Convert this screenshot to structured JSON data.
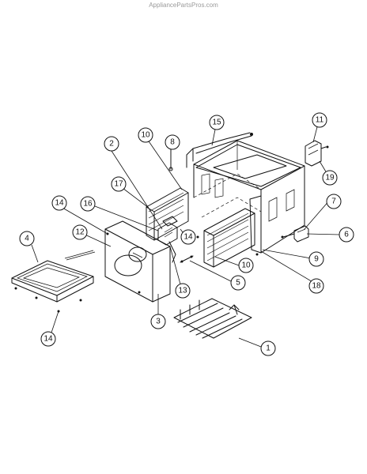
{
  "watermark": "AppliancePartsPros.com",
  "callouts": [
    {
      "id": "c1",
      "label": "1"
    },
    {
      "id": "c2",
      "label": "2"
    },
    {
      "id": "c3",
      "label": "3"
    },
    {
      "id": "c4",
      "label": "4"
    },
    {
      "id": "c5",
      "label": "5"
    },
    {
      "id": "c6",
      "label": "6"
    },
    {
      "id": "c7",
      "label": "7"
    },
    {
      "id": "c8",
      "label": "8"
    },
    {
      "id": "c9",
      "label": "9"
    },
    {
      "id": "c10a",
      "label": "10"
    },
    {
      "id": "c10b",
      "label": "10"
    },
    {
      "id": "c12",
      "label": "12"
    },
    {
      "id": "c13",
      "label": "13"
    },
    {
      "id": "c14a",
      "label": "14"
    },
    {
      "id": "c14b",
      "label": "14"
    },
    {
      "id": "c14c",
      "label": "14"
    },
    {
      "id": "c15",
      "label": "15"
    },
    {
      "id": "c16",
      "label": "16"
    },
    {
      "id": "c17",
      "label": "17"
    },
    {
      "id": "c18",
      "label": "18"
    },
    {
      "id": "c19",
      "label": "19"
    },
    {
      "id": "c11",
      "label": "11"
    }
  ]
}
